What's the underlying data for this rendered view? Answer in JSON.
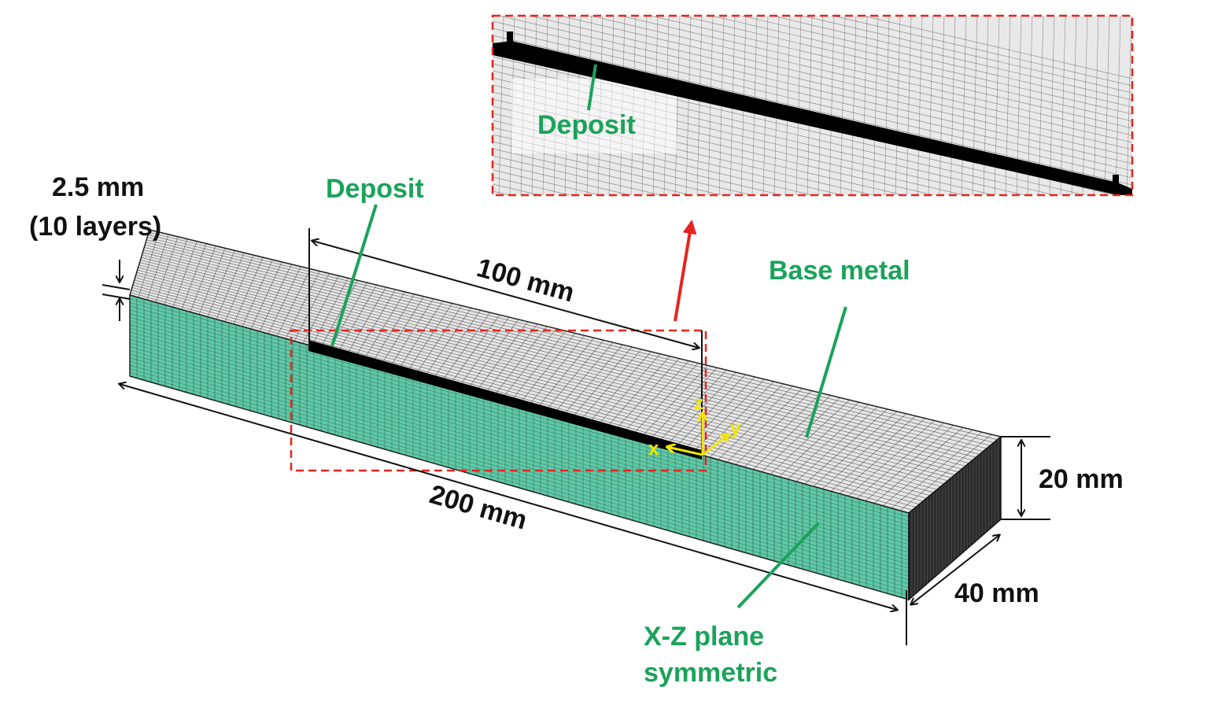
{
  "labels": {
    "layer_thickness_line1": "2.5 mm",
    "layer_thickness_line2": "(10 layers)",
    "deposit_main": "Deposit",
    "deposit_inset": "Deposit",
    "deposit_length": "100 mm",
    "base_metal": "Base metal",
    "length": "200 mm",
    "height": "20 mm",
    "width": "40 mm",
    "symmetry_line1": "X-Z plane",
    "symmetry_line2": "symmetric"
  },
  "axes": {
    "x": "x",
    "y": "y",
    "z": "z"
  },
  "colors": {
    "side_face": "#5ec9a6",
    "side_face_dark": "#3aa884",
    "mesh_line": "#1a1a1a",
    "top_face": "#e9e9e9",
    "deposit": "#000000",
    "label_green": "#1aa35a",
    "label_black": "#111111",
    "axis_yellow": "#f2e600",
    "highlight_red": "#e8231f"
  }
}
